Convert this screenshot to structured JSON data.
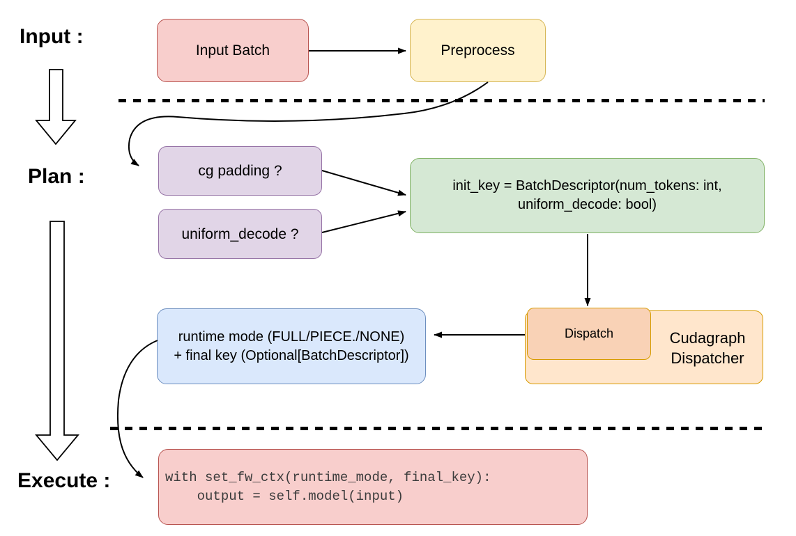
{
  "labels": {
    "input": "Input :",
    "plan": "Plan :",
    "execute": "Execute :"
  },
  "nodes": {
    "input_batch": {
      "label": "Input Batch"
    },
    "preprocess": {
      "label": "Preprocess"
    },
    "cg_padding": {
      "label": "cg padding ?"
    },
    "uniform_decode": {
      "label": "uniform_decode ?"
    },
    "init_key": {
      "line1": "init_key = BatchDescriptor(num_tokens: int,",
      "line2": "uniform_decode: bool)"
    },
    "dispatch": {
      "label": "Dispatch"
    },
    "cudagraph_dispatcher": {
      "line1": "Cudagraph",
      "line2": "Dispatcher"
    },
    "runtime_key": {
      "line1": "runtime mode (FULL/PIECE./NONE)",
      "line2": "+ final key (Optional[BatchDescriptor])"
    },
    "execute_code": {
      "line1": "with set_fw_ctx(runtime_mode, final_key):",
      "line2": "    output = self.model(input)"
    }
  },
  "colors": {
    "red_fill": "#f8cecc",
    "red_stroke": "#b85450",
    "yellow_fill": "#fff2cc",
    "yellow_stroke": "#d6b656",
    "purple_fill": "#e1d5e7",
    "purple_stroke": "#9673a6",
    "green_fill": "#d5e8d4",
    "green_stroke": "#82b366",
    "blue_fill": "#dae8fc",
    "blue_stroke": "#6c8ebf",
    "orange_fill": "#ffe6cc",
    "orange_stroke": "#d79b00",
    "dispatch_fill": "#f9d2b6",
    "line": "#000000"
  }
}
